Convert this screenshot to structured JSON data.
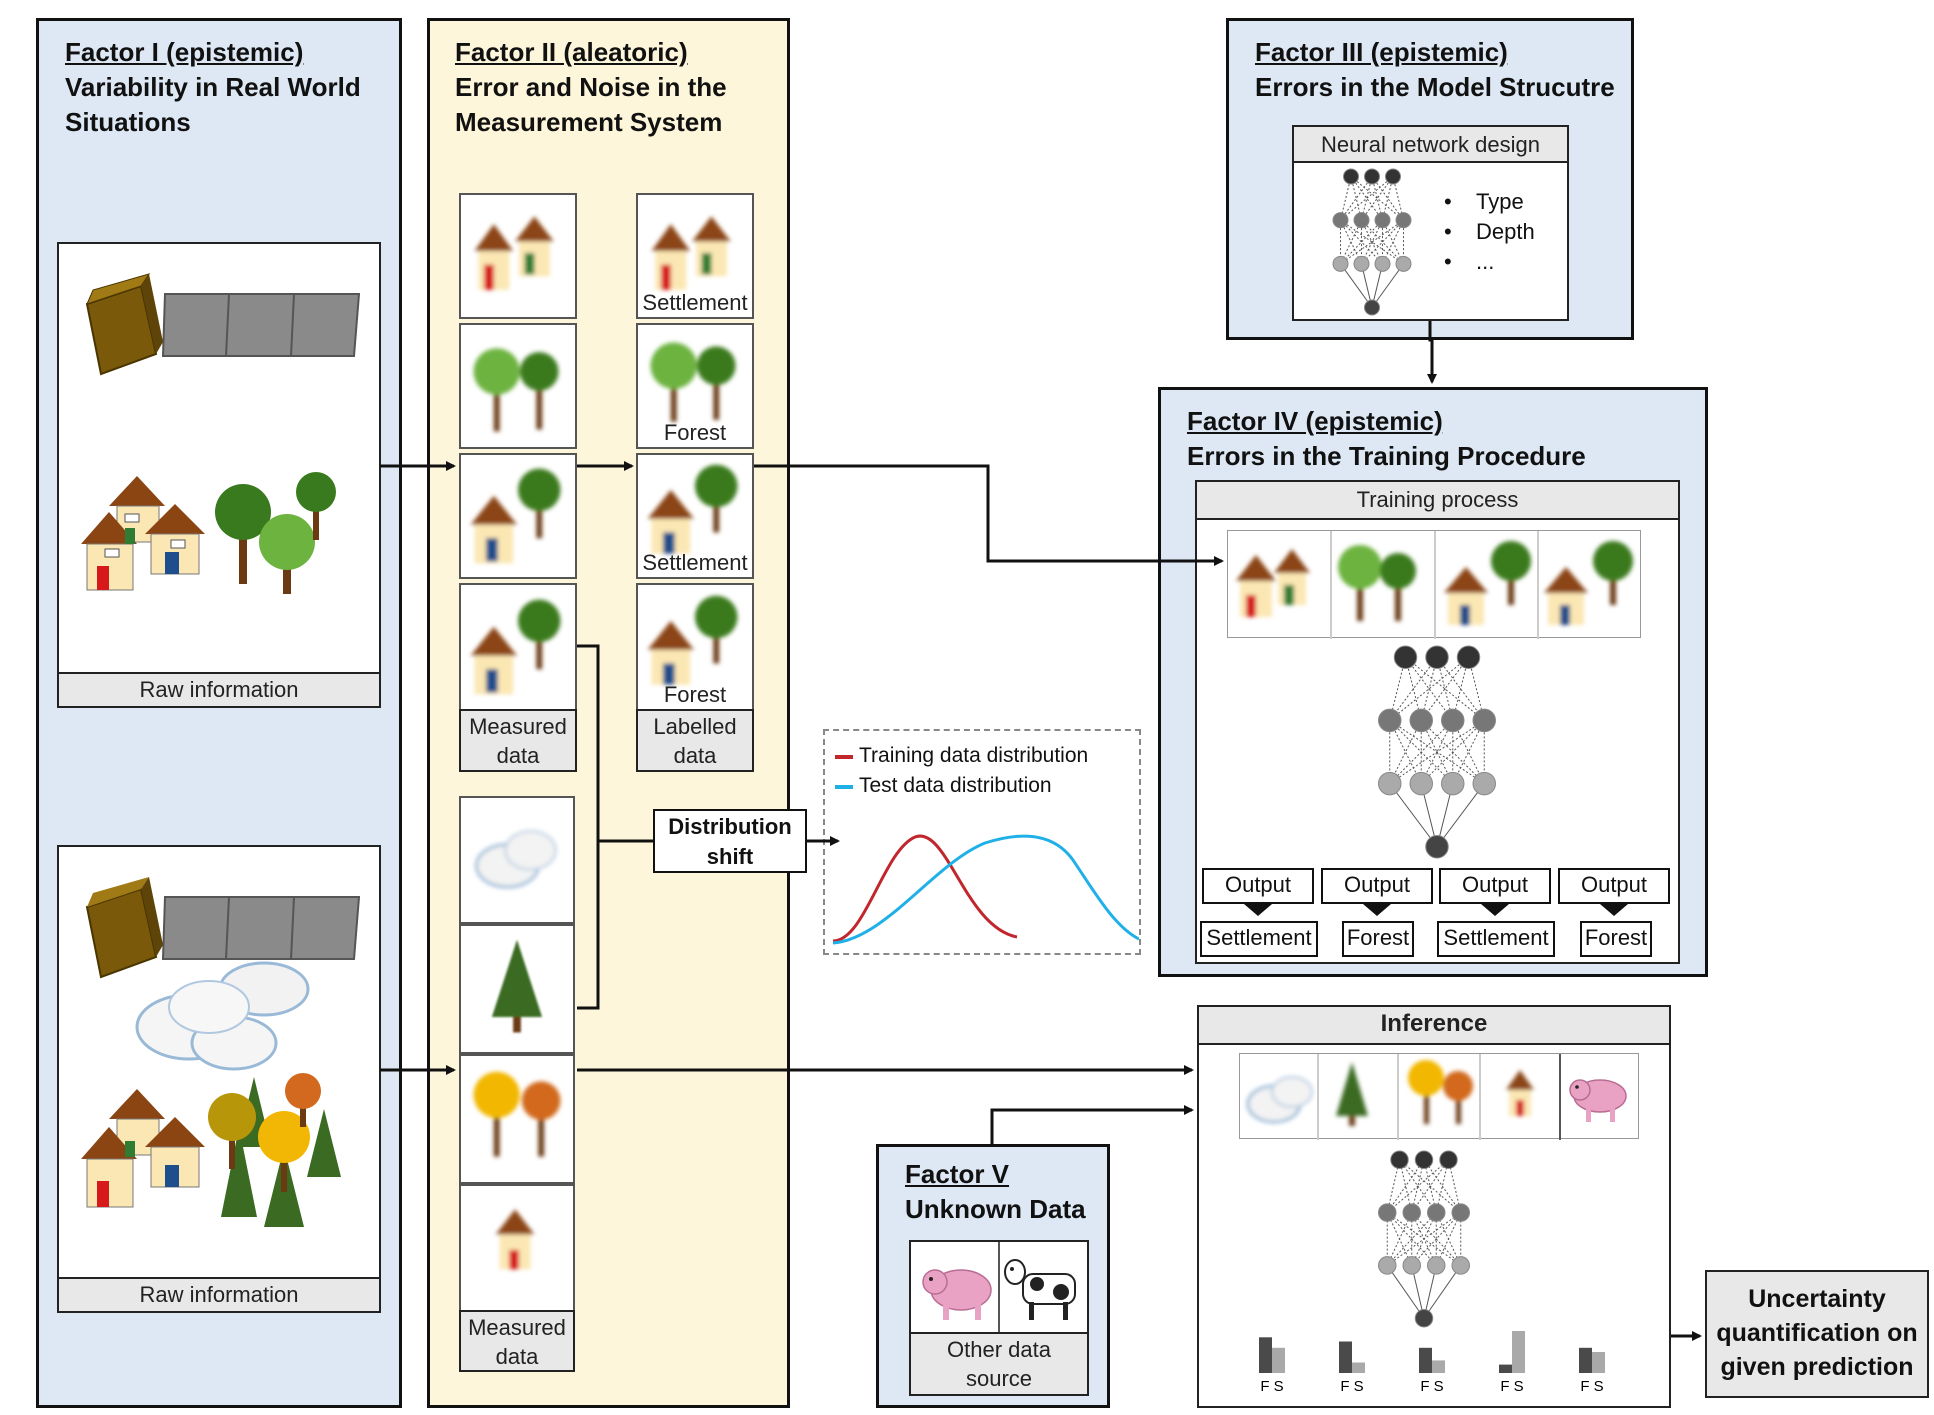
{
  "factor1": {
    "heading": "Factor I (epistemic)",
    "line1": "Variability in Real World",
    "line2": "Situations"
  },
  "factor2": {
    "heading": "Factor II (aleatoric)",
    "line1": "Error and Noise in the",
    "line2": "Measurement System"
  },
  "factor3": {
    "heading": "Factor III (epistemic)",
    "line1": "Errors in the Model Strucutre"
  },
  "factor4": {
    "heading": "Factor IV (epistemic)",
    "line1": "Errors in the Training Procedure"
  },
  "factor5": {
    "heading": "Factor V",
    "line1": "Unknown Data"
  },
  "raw_top": "Raw information",
  "raw_bottom": "Raw information",
  "measured_top": {
    "l1": "Measured",
    "l2": "data"
  },
  "labelled": {
    "l1": "Labelled",
    "l2": "data"
  },
  "measured_bottom": {
    "l1": "Measured",
    "l2": "data"
  },
  "tile_labels": [
    "Settlement",
    "Forest",
    "Settlement",
    "Forest"
  ],
  "dist_shift": {
    "l1": "Distribution",
    "l2": "shift"
  },
  "legend": {
    "train": "Training data distribution",
    "test": "Test data distribution"
  },
  "nn_design": {
    "title": "Neural network design",
    "bullets": [
      "Type",
      "Depth",
      "..."
    ]
  },
  "training_process": "Training process",
  "outputs": [
    "Output",
    "Output",
    "Output",
    "Output"
  ],
  "output_classes": [
    "Settlement",
    "Forest",
    "Settlement",
    "Forest"
  ],
  "inference": "Inference",
  "bar_labels": [
    "F S",
    "F S",
    "F S",
    "F S",
    "F S"
  ],
  "bar_data": [
    {
      "F": 0.85,
      "S": 0.6
    },
    {
      "F": 0.75,
      "S": 0.25
    },
    {
      "F": 0.6,
      "S": 0.3
    },
    {
      "F": 0.2,
      "S": 1.0
    },
    {
      "F": 0.6,
      "S": 0.5
    }
  ],
  "other_source": {
    "l1": "Other data",
    "l2": "source"
  },
  "uq": {
    "l1": "Uncertainty",
    "l2": "quantification on",
    "l3": "given prediction"
  },
  "colors": {
    "blue_panel": "#dde8f4",
    "yellow_panel": "#fdf6da",
    "train_curve": "#c0262c",
    "test_curve": "#20b0e8"
  }
}
